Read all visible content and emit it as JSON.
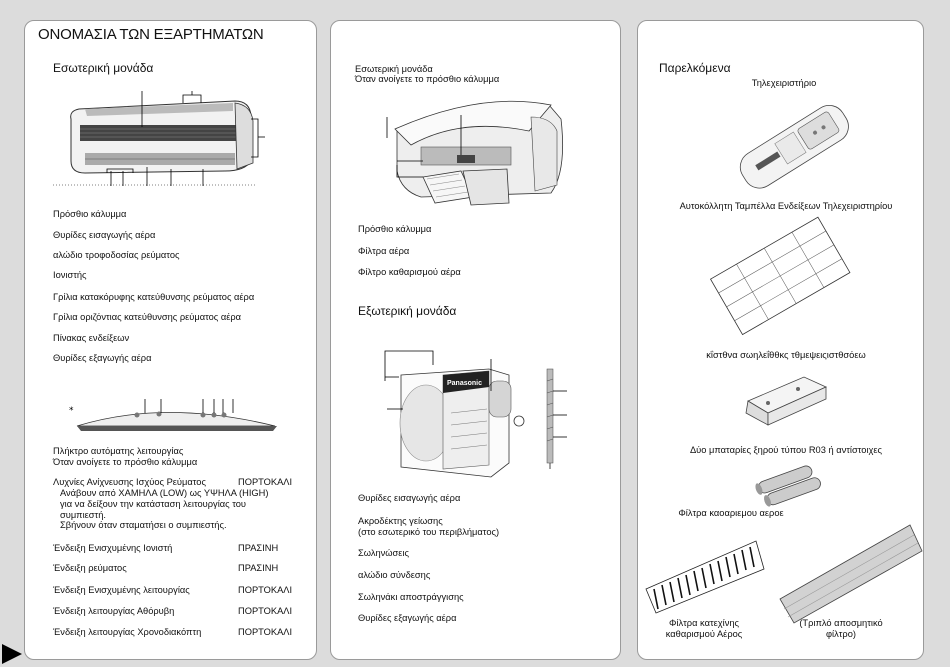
{
  "left": {
    "title": "ΟΝΟΜΑΣΙΑ ΤΩΝ ΕΞΑΡΤΗΜΑΤΩΝ",
    "section": "Εσωτερική μονάδα",
    "parts": [
      "Πρόσθιο κάλυμμα",
      "Θυρίδες εισαγωγής αέρα",
      " αλώδιο τροφοδοσίας ρεύματος",
      "Ιονιστής",
      "Γρίλια κατακόρυφης κατεύθυνσης ρεύματος αέρα",
      "Γρίλια οριζόντιας κατεύθυνσης ρεύματος αέρα",
      "Πίνακας ενδείξεων",
      "Θυρίδες εξαγωγής αέρα"
    ],
    "auto_button": "Πλήκτρο αυτόματης λειτουργίας",
    "auto_button_note": " Όταν ανοίγετε το πρόσθιο κάλυμμα",
    "power_led": "Λυχνίες Ανίχνευσης Ισχύος Ρεύματος",
    "power_led_color": "ΠΟΡΤΟΚΑΛΙ",
    "power_led_notes": [
      "Ανάβουν από ΧΑΜΗΛΑ (LOW) ως ΥΨΗΛΑ (HIGH)",
      "για να δείξουν την κατάσταση λειτουργίας του",
      "συμπιεστή.",
      "Σβήνουν όταν σταματήσει ο συμπιεστής."
    ],
    "indicators": [
      {
        "label": "Ένδειξη Ενισχυμένης Ιονιστή",
        "color": "ΠΡΑΣΙΝΗ"
      },
      {
        "label": "Ένδειξη ρεύματος",
        "color": "ΠΡΑΣΙΝΗ"
      },
      {
        "label": "Ένδειξη Ενισχυμένης λειτουργίας",
        "color": "ΠΟΡΤΟΚΑΛΙ"
      },
      {
        "label": "Ένδειξη λειτουργίας Αθόρυβη",
        "color": "ΠΟΡΤΟΚΑΛΙ"
      },
      {
        "label": "Ένδειξη λειτουργίας Χρονοδιακόπτη",
        "color": "ΠΟΡΤΟΚΑΛΙ"
      }
    ]
  },
  "middle": {
    "header": "Εσωτερική μονάδα",
    "subheader": " Όταν ανοίγετε το πρόσθιο κάλυμμα",
    "indoor_parts": [
      "Πρόσθιο κάλυμμα",
      "Φίλτρα αέρα",
      "Φίλτρο καθαρισμού αέρα"
    ],
    "outdoor_section": "Εξωτερική μονάδα",
    "brand": "Panasonic",
    "outdoor_parts": [
      "Θυρίδες εισαγωγής αέρα",
      "Ακροδέκτης γείωσης",
      "(στο εσωτερικό του περιβλήματος)",
      " Σωληνώσεις",
      "αλώδιο σύνδεσης",
      "Σωληνάκι αποστράγγισης",
      "Θυρίδες εξαγωγής αέρα"
    ]
  },
  "right": {
    "section": "Παρελκόμενα",
    "remote": "Τηλεχειριστήριο",
    "sticker": "Αυτοκόλλητη Ταμπέλλα Ενδείξεων Τηλεχειριστηρίου",
    "holder": "κΐστθνα σωηλεΐθθκς τθμεψειςιστθσόεω",
    "batteries": "Δύο μπαταρίες ξηρού τύπου R03 ή αντίστοιχες",
    "filter_label": "Φίλτρα καοαριεμου αεροε",
    "catechin": [
      "Φίλτρα κατεχίνης",
      "καθαρισμού Αέρος"
    ],
    "triple": [
      "(Τριπλό αποσμητικό",
      "φίλτρο)"
    ]
  }
}
